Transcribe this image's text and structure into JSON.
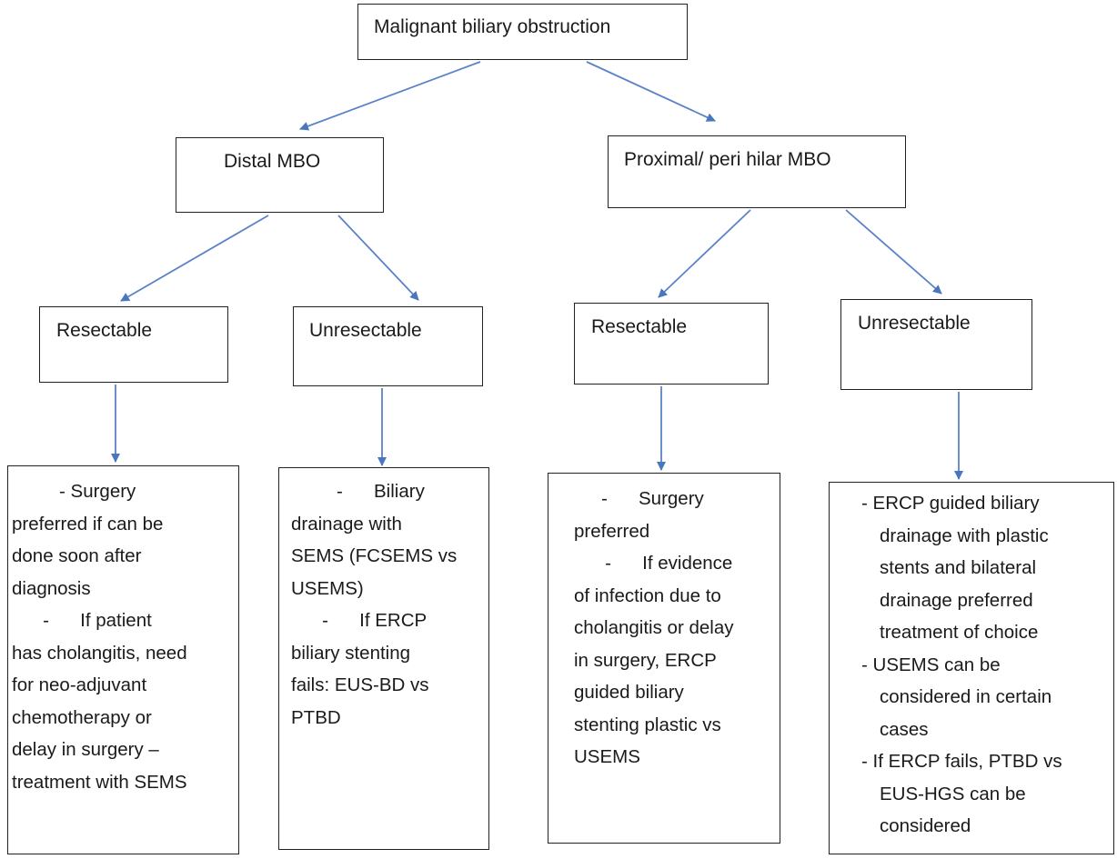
{
  "root": {
    "label": "Malignant biliary obstruction"
  },
  "distal": {
    "label": "Distal MBO",
    "resectable": {
      "label": "Resectable",
      "details": [
        "-      Surgery",
        "preferred if can be",
        "done soon after",
        "diagnosis",
        "      -      If patient",
        "has cholangitis, need",
        "for neo-adjuvant",
        "chemotherapy or",
        "delay in surgery –",
        "treatment with SEMS"
      ]
    },
    "unresectable": {
      "label": "Unresectable",
      "details": [
        "-      Biliary",
        "drainage with",
        "SEMS (FCSEMS vs",
        "USEMS)",
        "      -      If ERCP",
        "biliary stenting",
        "fails: EUS-BD vs",
        "PTBD"
      ]
    }
  },
  "proximal": {
    "label": "Proximal/ peri hilar MBO",
    "resectable": {
      "label": "Resectable",
      "details": [
        "-      Surgery",
        "preferred",
        "      -      If evidence",
        "of infection due to",
        "cholangitis or delay",
        "in surgery, ERCP",
        "guided biliary",
        "stenting plastic vs",
        "USEMS"
      ]
    },
    "unresectable": {
      "label": "Unresectable",
      "details": [
        "- ERCP guided biliary",
        "drainage with plastic",
        "stents and bilateral",
        "drainage preferred",
        "treatment of choice",
        "- USEMS can be",
        "considered in certain",
        "cases",
        "- If ERCP fails, PTBD vs",
        "EUS-HGS can be",
        "considered"
      ]
    }
  }
}
